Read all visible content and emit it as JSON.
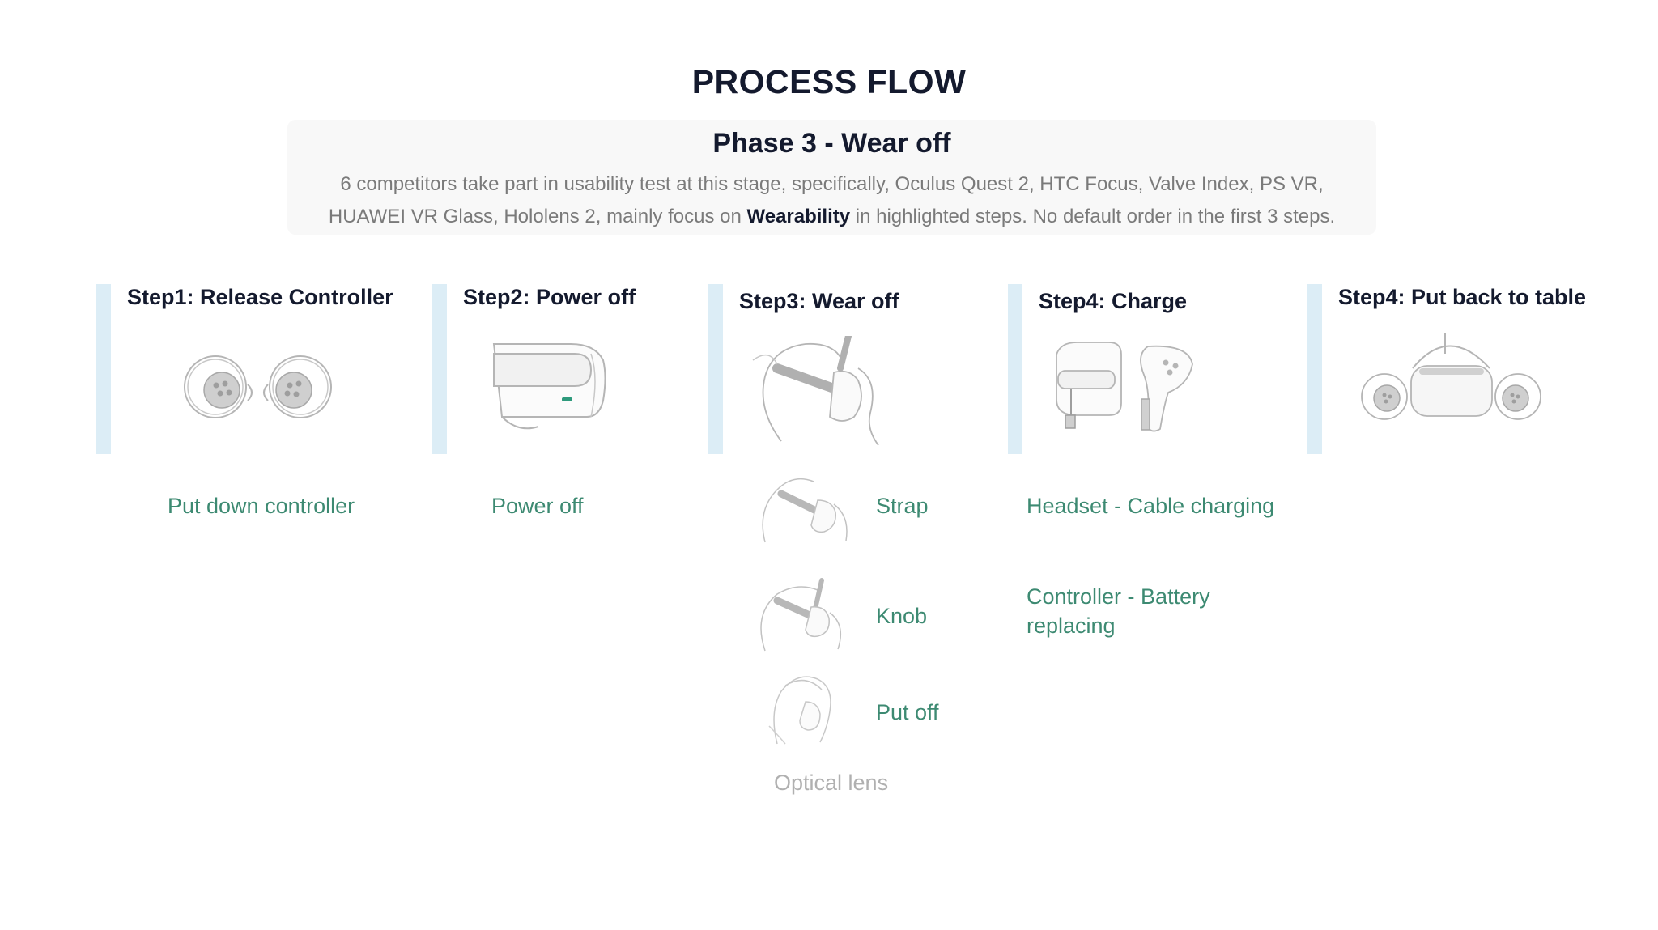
{
  "title": "PROCESS FLOW",
  "phase": {
    "title": "Phase 3 - Wear off",
    "desc_before": "6 competitors take part in usability test at this stage, specifically, Oculus Quest 2, HTC Focus, Valve Index, PS VR, HUAWEI VR Glass, Hololens 2, mainly focus on ",
    "desc_bold": "Wearability",
    "desc_after": " in highlighted steps. No default order in the first 3 steps."
  },
  "steps": [
    {
      "title": "Step1: Release Controller",
      "icon": "controllers-illustration",
      "actions": [
        "Put down controller"
      ]
    },
    {
      "title": "Step2: Power off",
      "icon": "headset-side-illustration",
      "actions": [
        "Power off"
      ]
    },
    {
      "title": "Step3: Wear off",
      "icon": "removing-headset-illustration",
      "actions": [
        "Strap",
        "Knob",
        "Put off"
      ],
      "note": "Optical lens"
    },
    {
      "title": "Step4: Charge",
      "icon": "charging-illustration",
      "actions": [
        "Headset - Cable charging",
        "Controller - Battery replacing"
      ]
    },
    {
      "title": "Step4: Put back to table",
      "icon": "headset-and-controllers-illustration",
      "actions": []
    }
  ],
  "colors": {
    "accent_bar": "#dcedf6",
    "action_text": "#3d8a72",
    "muted_text": "#b0b0b0",
    "power_led": "#2e9a7c"
  }
}
